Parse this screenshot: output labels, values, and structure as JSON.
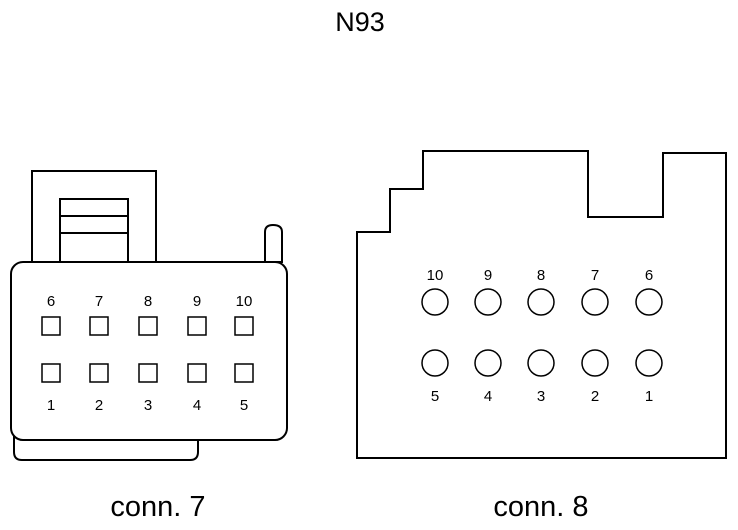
{
  "title": "N93",
  "connectors": [
    {
      "id": "conn7",
      "label": "conn. 7",
      "pin_shape": "square",
      "pins_top": [
        "6",
        "7",
        "8",
        "9",
        "10"
      ],
      "pins_bottom": [
        "1",
        "2",
        "3",
        "4",
        "5"
      ]
    },
    {
      "id": "conn8",
      "label": "conn. 8",
      "pin_shape": "circle",
      "pins_top": [
        "10",
        "9",
        "8",
        "7",
        "6"
      ],
      "pins_bottom": [
        "5",
        "4",
        "3",
        "2",
        "1"
      ]
    }
  ],
  "colors": {
    "line": "#000000",
    "background": "#ffffff"
  }
}
